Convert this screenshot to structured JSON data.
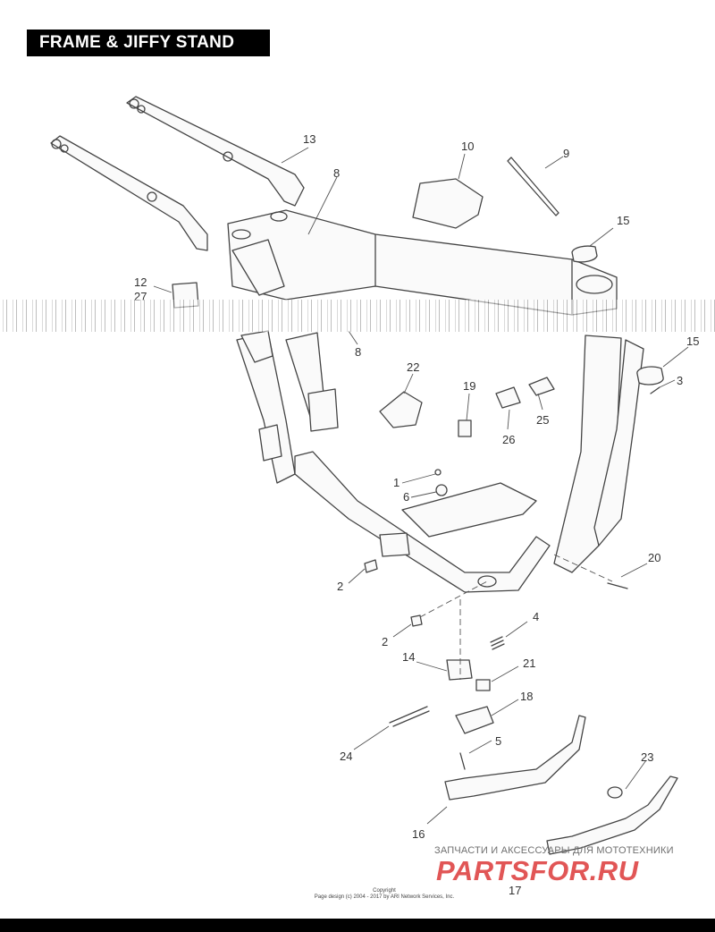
{
  "title": "FRAME & JIFFY STAND",
  "callouts": [
    {
      "id": "13",
      "text": "13"
    },
    {
      "id": "10",
      "text": "10"
    },
    {
      "id": "9",
      "text": "9"
    },
    {
      "id": "8a",
      "text": "8"
    },
    {
      "id": "15a",
      "text": "15"
    },
    {
      "id": "12",
      "text": "12"
    },
    {
      "id": "27",
      "text": "27"
    },
    {
      "id": "8b",
      "text": "8"
    },
    {
      "id": "15b",
      "text": "15"
    },
    {
      "id": "3",
      "text": "3"
    },
    {
      "id": "22",
      "text": "22"
    },
    {
      "id": "19",
      "text": "19"
    },
    {
      "id": "25",
      "text": "25"
    },
    {
      "id": "26",
      "text": "26"
    },
    {
      "id": "1",
      "text": "1"
    },
    {
      "id": "6",
      "text": "6"
    },
    {
      "id": "20",
      "text": "20"
    },
    {
      "id": "2a",
      "text": "2"
    },
    {
      "id": "2b",
      "text": "2"
    },
    {
      "id": "4",
      "text": "4"
    },
    {
      "id": "14",
      "text": "14"
    },
    {
      "id": "21",
      "text": "21"
    },
    {
      "id": "18",
      "text": "18"
    },
    {
      "id": "24",
      "text": "24"
    },
    {
      "id": "5",
      "text": "5"
    },
    {
      "id": "23",
      "text": "23"
    },
    {
      "id": "16",
      "text": "16"
    },
    {
      "id": "17",
      "text": "17"
    }
  ],
  "watermark": {
    "top_text": "ЗАПЧАСТИ И АКСЕССУАРЫ ДЛЯ МОТОТЕХНИКИ",
    "logo_text": "PARTSFOR.RU"
  },
  "copyright": {
    "line1": "Copyright",
    "line2": "Page design (c) 2004 - 2017 by ARI Network Services, Inc."
  }
}
